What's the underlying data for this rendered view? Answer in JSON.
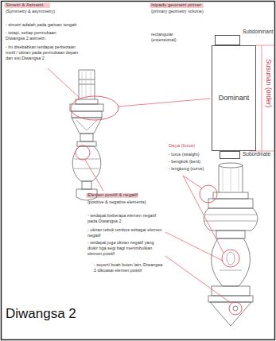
{
  "diagram": {
    "title": "Diwangsa 2",
    "nodes": [
      {
        "text": [
          "Subdominant"
        ]
      },
      {
        "text": [
          "Dominant"
        ]
      },
      {
        "text": [
          "Subordinate"
        ]
      }
    ],
    "labels": [
      "Simetri & Asimetri",
      "(Symmetry & asymmetry)",
      "Isipadu geometri primer",
      "(primary geometry volume)",
      "- simetri adalah pada garisan tengah",
      "rectangular (extensional)",
      "- tetapi, setiap permukaan Diwangsa 2 asimetri.",
      "- ini disebabkan terdapat perbezaan motif / ukiran pada permukaan depan dan sisi Diwangsa 2",
      "Susunan (order)",
      "Daya (force)",
      "- lurus (straight)",
      "- bengkok (bent)",
      "- lengkung (curve)",
      "Elemen positif & negatif",
      "(positive & negative elements)",
      "- terdapat beberapa elemen negatif pada Diwangsa 2",
      "- ukiran tebuk tembus sebagai elemen negatif",
      "- terdapat juga ukiran negatif yang diukir tiga segi bagi menimbulkan elemen positif",
      "- seperti buah buton lain, Diwangsa 2 dikuasai elemen positif"
    ]
  }
}
